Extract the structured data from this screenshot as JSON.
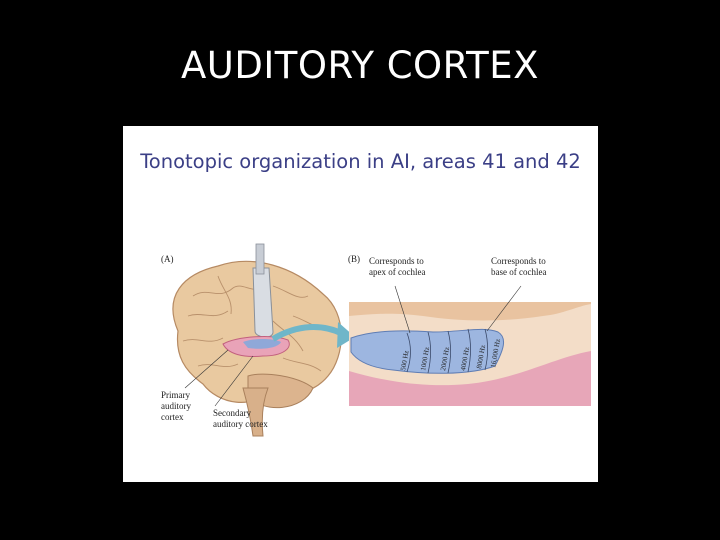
{
  "slide": {
    "title": "AUDITORY CORTEX"
  },
  "figure": {
    "title": "Tonotopic organization in AI, areas 41 and 42",
    "panel_a_label": "(A)",
    "panel_b_label": "(B)",
    "primary_label": [
      "Primary",
      "auditory",
      "cortex"
    ],
    "secondary_label": [
      "Secondary",
      "auditory cortex"
    ],
    "apex_label": [
      "Corresponds to",
      "apex of cochlea"
    ],
    "base_label": [
      "Corresponds to",
      "base of cochlea"
    ],
    "frequencies": [
      "500 Hz",
      "1000 Hz",
      "2000 Hz",
      "4000 Hz",
      "8000 Hz",
      "16,000 Hz"
    ]
  }
}
